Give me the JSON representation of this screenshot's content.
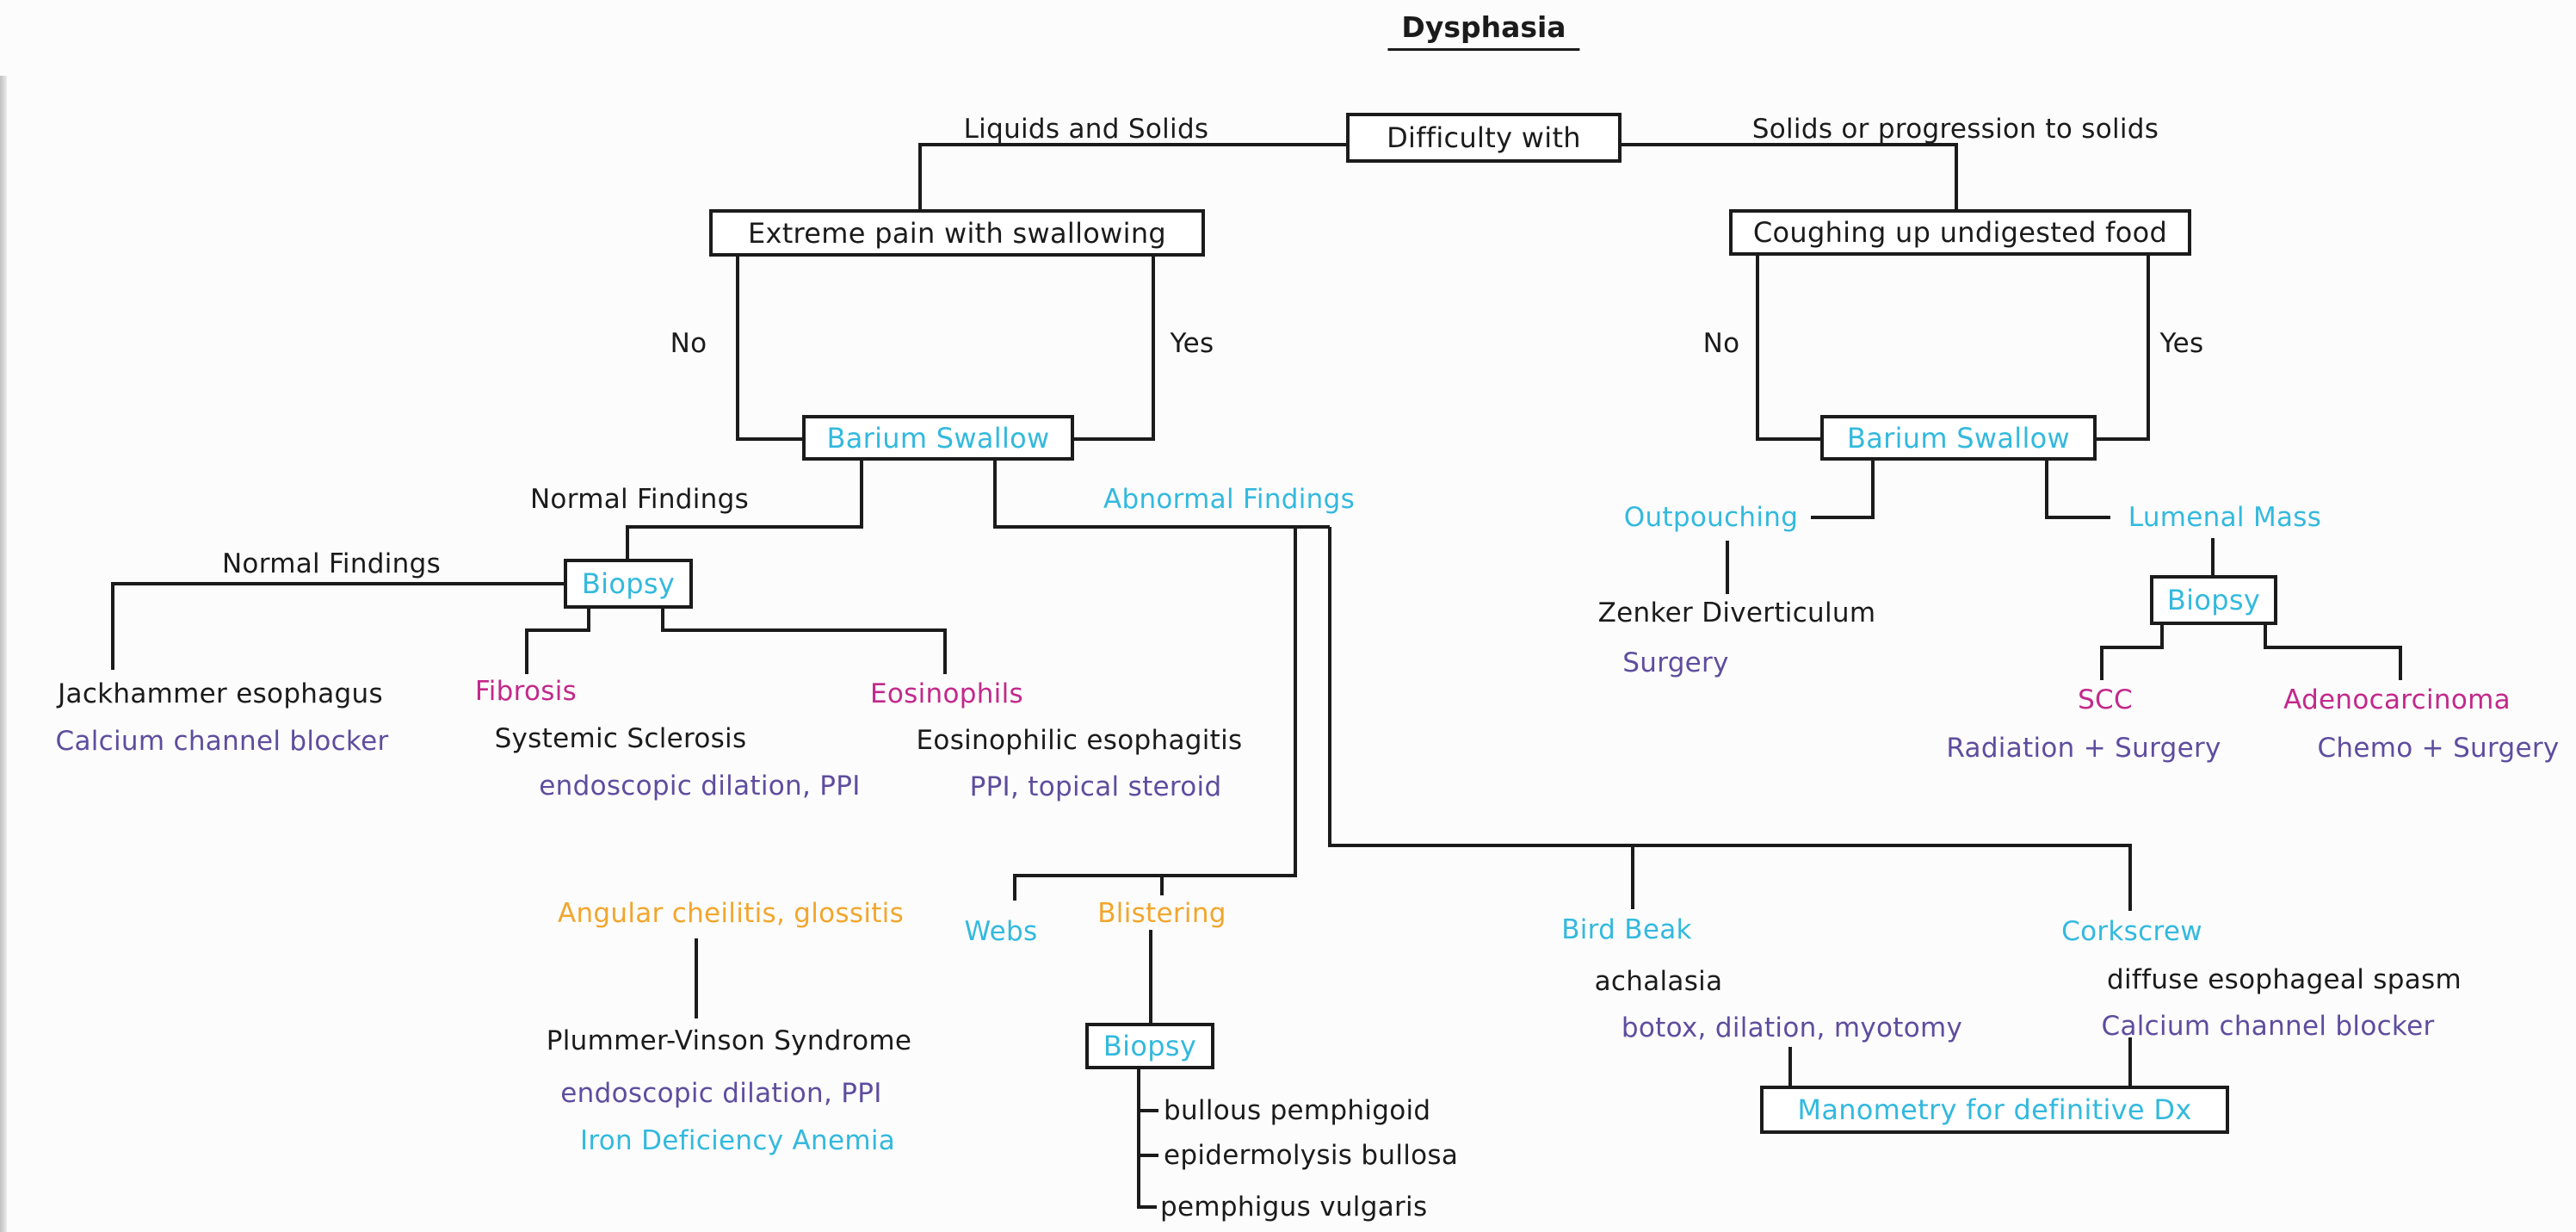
{
  "title": "Dysphasia",
  "colors": {
    "ink": "#1b1b1b",
    "cyan": "#33b9de",
    "magenta": "#c2298b",
    "purple": "#5e4d9e",
    "orange": "#f2a62d"
  },
  "root": {
    "box": "Difficulty with",
    "left_edge": "Liquids and Solids",
    "right_edge": "Solids or progression to solids"
  },
  "left_tree": {
    "question_box": "Extreme pain with swallowing",
    "no_label": "No",
    "yes_label": "Yes",
    "barium_box": "Barium Swallow",
    "normal_findings_label": "Normal Findings",
    "abnormal_findings_label": "Abnormal Findings",
    "biopsy_box": "Biopsy",
    "biopsy_normal_label": "Normal Findings",
    "jackhammer_dx": "Jackhammer esophagus",
    "jackhammer_tx": "Calcium channel blocker",
    "fibrosis_finding": "Fibrosis",
    "fibrosis_dx": "Systemic Sclerosis",
    "fibrosis_tx": "endoscopic dilation, PPI",
    "eosinophils_finding": "Eosinophils",
    "eosinophils_dx": "Eosinophilic esophagitis",
    "eosinophils_tx": "PPI, topical steroid"
  },
  "abnormal_branch": {
    "angular_label": "Angular cheilitis, glossitis",
    "webs_label": "Webs",
    "blistering_label": "Blistering",
    "plummer_dx": "Plummer-Vinson Syndrome",
    "plummer_tx1": "endoscopic dilation, PPI",
    "plummer_tx2": "Iron Deficiency Anemia",
    "biopsy_box": "Biopsy",
    "biopsy_results": [
      "bullous pemphigoid",
      "epidermolysis bullosa",
      "pemphigus vulgaris"
    ],
    "bird_beak_label": "Bird Beak",
    "bird_beak_dx": "achalasia",
    "bird_beak_tx": "botox, dilation, myotomy",
    "corkscrew_label": "Corkscrew",
    "corkscrew_dx": "diffuse esophageal spasm",
    "corkscrew_tx": "Calcium channel blocker",
    "manometry_box": "Manometry for definitive Dx"
  },
  "right_tree": {
    "question_box": "Coughing up undigested food",
    "no_label": "No",
    "yes_label": "Yes",
    "barium_box": "Barium Swallow",
    "outpouching_label": "Outpouching",
    "outpouching_dx": "Zenker Diverticulum",
    "outpouching_tx": "Surgery",
    "lumenal_label": "Lumenal Mass",
    "biopsy_box": "Biopsy",
    "scc_finding": "SCC",
    "scc_tx": "Radiation + Surgery",
    "adeno_finding": "Adenocarcinoma",
    "adeno_tx": "Chemo + Surgery"
  }
}
